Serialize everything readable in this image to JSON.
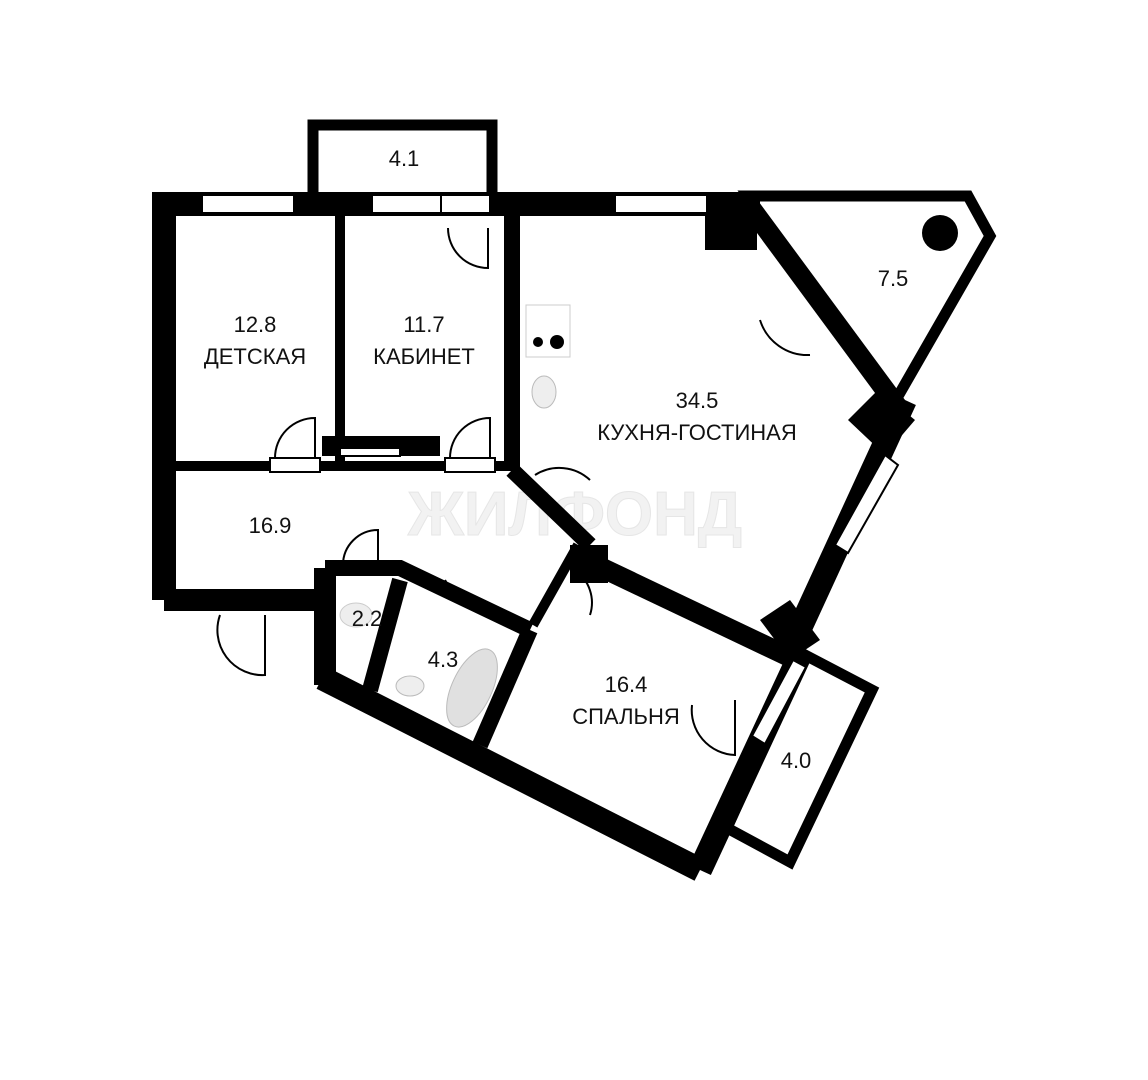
{
  "watermark": "ЖИЛФОНД",
  "rooms": [
    {
      "area": "4.1",
      "name": ""
    },
    {
      "area": "12.8",
      "name": "ДЕТСКАЯ"
    },
    {
      "area": "11.7",
      "name": "КАБИНЕТ"
    },
    {
      "area": "34.5",
      "name": "КУХНЯ-ГОСТИНАЯ"
    },
    {
      "area": "7.5",
      "name": ""
    },
    {
      "area": "16.9",
      "name": ""
    },
    {
      "area": "2.2",
      "name": ""
    },
    {
      "area": "4.3",
      "name": ""
    },
    {
      "area": "16.4",
      "name": "СПАЛЬНЯ"
    },
    {
      "area": "4.0",
      "name": ""
    }
  ],
  "colors": {
    "wall": "#000000",
    "background": "#ffffff"
  }
}
